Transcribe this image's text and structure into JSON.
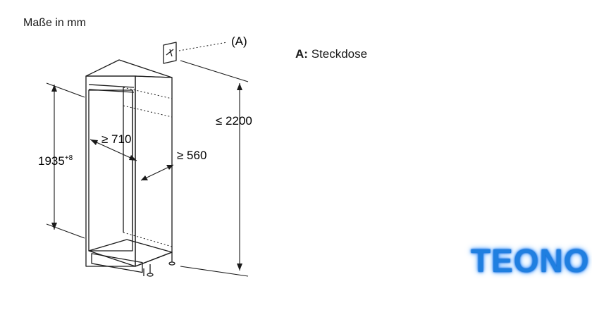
{
  "title": "Maße in mm",
  "legend": {
    "key": "A:",
    "text": "Steckdose"
  },
  "callout": "(A)",
  "dimensions": {
    "total_height": "≤ 2200",
    "niche_height": "1935",
    "niche_height_tolerance": "+8",
    "width": "≥ 710",
    "depth": "≥ 560"
  },
  "logo": "TEONO",
  "colors": {
    "line": "#1a1a1a",
    "logo": "#1f7fe0"
  }
}
